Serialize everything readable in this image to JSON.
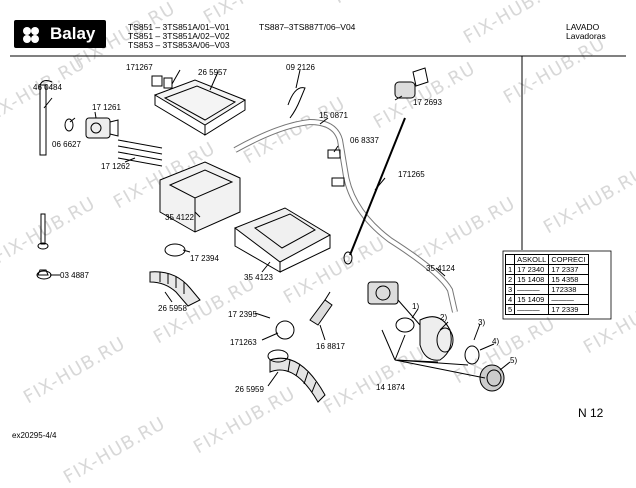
{
  "brand": "Balay",
  "header": {
    "models": [
      "TS851 – 3TS851A/01–V01",
      "TS851 – 3TS851A/02–V02",
      "TS853 – 3TS853A/06–V03"
    ],
    "model2": "TS887–3TS887T/06–V04",
    "category": "LAVADO",
    "category_sub": "Lavadoras"
  },
  "parts": {
    "p171267": "171267",
    "p265957": "26 5957",
    "p092126": "09 2126",
    "p172693": "17 2693",
    "p460484": "46 0484",
    "p171261": "17 1261",
    "p150871": "15 0871",
    "p066627": "06 6627",
    "p068337": "06 8337",
    "p171262": "17 1262",
    "p171265": "171265",
    "p354122": "35 4122",
    "p172394": "17 2394",
    "p354123": "35 4123",
    "p034887": "03 4887",
    "p354124": "35 4124",
    "p265958": "26 5958",
    "p172395": "17 2395",
    "p171263": "171263",
    "p168817": "16 8817",
    "p265959": "26 5959",
    "p141874": "14 1874"
  },
  "callouts": [
    "1)",
    "2)",
    "3)",
    "4)",
    "5)"
  ],
  "table": {
    "headers": [
      "",
      "ASKOLL",
      "COPRECI"
    ],
    "rows": [
      [
        "1",
        "17 2340",
        "17 2337"
      ],
      [
        "2",
        "15 1408",
        "15 4358"
      ],
      [
        "3",
        "———",
        "172338"
      ],
      [
        "4",
        "15 1409",
        "———"
      ],
      [
        "5",
        "———",
        "17 2339"
      ]
    ]
  },
  "footer": {
    "code": "ex20295-4/4",
    "page": "N 12"
  },
  "watermark": "FIX-HUB.RU"
}
